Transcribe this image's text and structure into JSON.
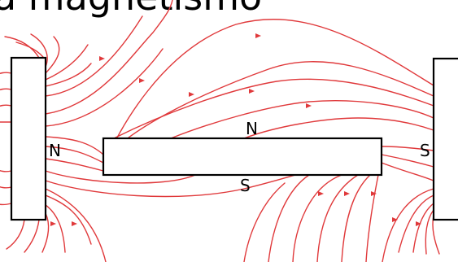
{
  "title_fragment": "a magnetismo",
  "colors": {
    "field_lines": "#e0393b",
    "magnet_outline": "#000000",
    "background": "#ffffff"
  },
  "magnets": {
    "left": {
      "pole_label": "N"
    },
    "center": {
      "top_pole_label": "N",
      "bottom_pole_label": "S"
    },
    "right": {
      "pole_label": "S"
    }
  }
}
